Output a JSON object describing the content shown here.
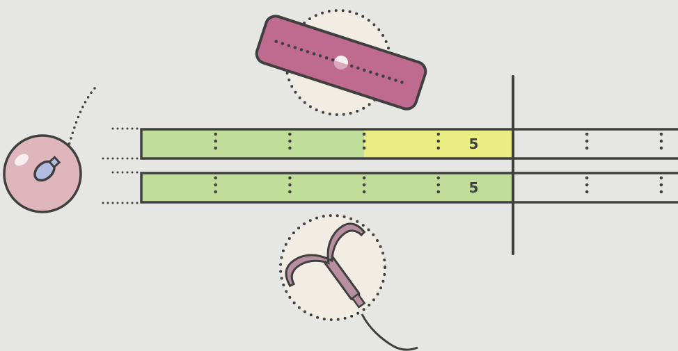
{
  "colors": {
    "background": "#e6e6e4",
    "outline": "#3f3f3f",
    "segment_green": "#c1dd9a",
    "segment_yellow": "#e9ed82",
    "pill_pack": "#bf6a8f",
    "egg_cell": "#dfb6bd",
    "sperm_head": "#b3bde1",
    "halo": "#f1ede4",
    "iud_body": "#b88f9f"
  },
  "icons": {
    "pill_pack": "pill-pack-icon",
    "egg_cell": "egg-cell-icon",
    "iud": "iud-icon"
  },
  "timeline": {
    "bars": [
      {
        "label": "5",
        "segments": [
          {
            "from": 0,
            "to": 3,
            "color_key": "segment_green"
          },
          {
            "from": 3,
            "to": 5,
            "color_key": "segment_yellow"
          }
        ]
      },
      {
        "label": "5",
        "segments": [
          {
            "from": 0,
            "to": 5,
            "color_key": "segment_green"
          }
        ]
      }
    ]
  }
}
